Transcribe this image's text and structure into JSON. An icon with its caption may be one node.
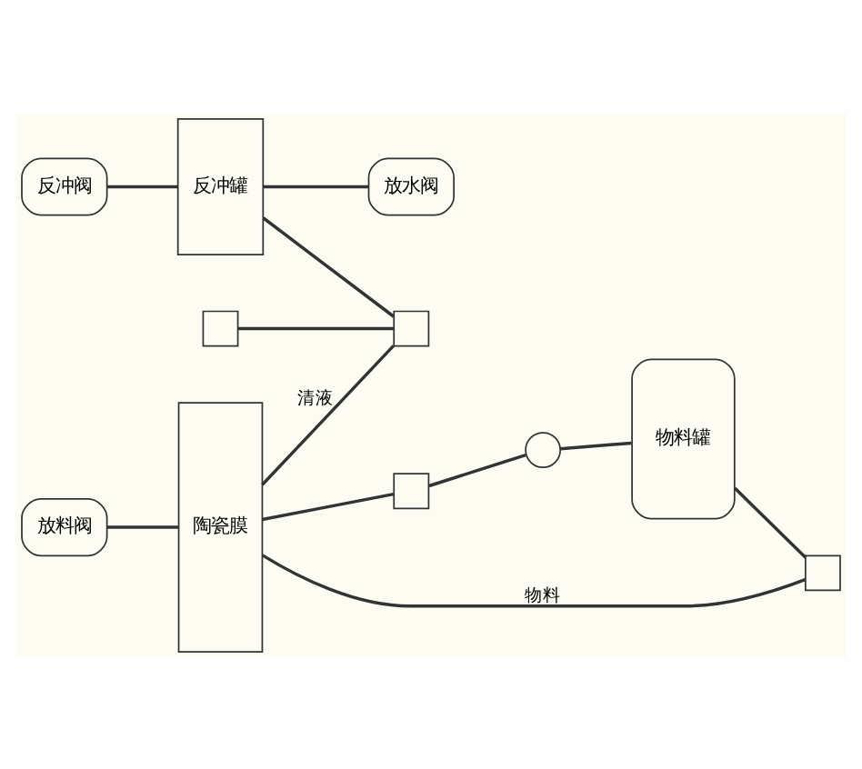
{
  "diagram": {
    "nodes": [
      {
        "text": [
          "反冲阀"
        ]
      },
      {
        "text": [
          "放水阀"
        ]
      },
      {
        "text": [
          "反冲罐"
        ]
      },
      {
        "text": [
          "陶瓷膜"
        ]
      },
      {
        "text": [
          "物料罐"
        ]
      },
      {
        "text": [],
        "shape": "circle"
      },
      {
        "text": [
          "放料阀"
        ]
      },
      {
        "text": [],
        "shape": "box"
      },
      {
        "text": [],
        "shape": "box"
      },
      {
        "text": [],
        "shape": "box"
      },
      {
        "text": [],
        "shape": "box"
      }
    ],
    "edges": [
      {
        "from": 0,
        "to": 2,
        "arrow": "none"
      },
      {
        "from": 2,
        "to": 1,
        "arrow": "none"
      },
      {
        "from": 2,
        "to": 8,
        "arrow": "none"
      },
      {
        "from": 7,
        "to": 8,
        "arrow": "none"
      },
      {
        "from": 3,
        "to": 8,
        "arrow": "none",
        "label": "清液"
      },
      {
        "from": 6,
        "to": 3,
        "arrow": "none"
      },
      {
        "from": 10,
        "to": 3,
        "arrow": "none",
        "label": "物料"
      },
      {
        "from": 3,
        "to": 9,
        "arrow": "none"
      },
      {
        "from": 9,
        "to": 5,
        "arrow": "none"
      },
      {
        "from": 5,
        "to": 4,
        "arrow": "none"
      },
      {
        "from": 4,
        "to": 10,
        "arrow": "none"
      }
    ]
  }
}
